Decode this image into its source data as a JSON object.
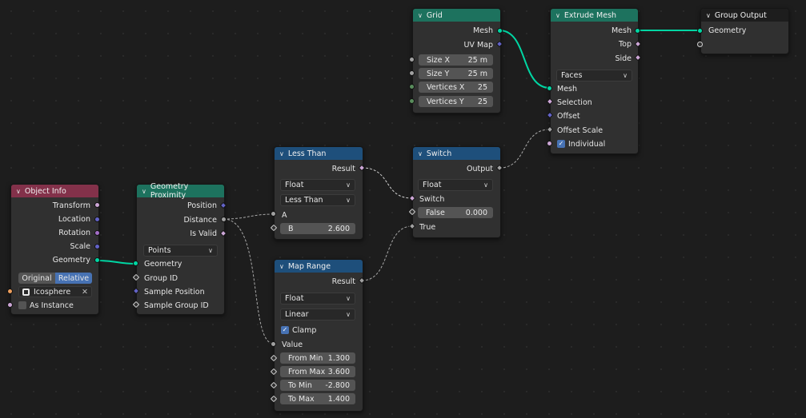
{
  "colors": {
    "geometry_socket": "#00d6a3",
    "vector_socket": "#6363c7",
    "float_socket": "#a1a1a1",
    "bool_socket": "#cca6d6",
    "object_socket": "#ed9e5c",
    "int_socket": "#598c5c",
    "input_header": "#83314a",
    "geometry_header": "#1d725e",
    "utility_header": "#1e4f7b",
    "output_header": "#1d1d1d",
    "active_toggle": "#4772b3"
  },
  "nodes": {
    "object_info": {
      "title": "Object Info",
      "outputs": [
        "Transform",
        "Location",
        "Rotation",
        "Scale",
        "Geometry"
      ],
      "toggle_original": "Original",
      "toggle_relative": "Relative",
      "object_value": "Icosphere",
      "as_instance": "As Instance"
    },
    "geometry_proximity": {
      "title": "Geometry Proximity",
      "outputs": [
        "Position",
        "Distance",
        "Is Valid"
      ],
      "mode": "Points",
      "inputs": [
        "Geometry",
        "Group ID",
        "Sample Position",
        "Sample Group ID"
      ]
    },
    "less_than": {
      "title": "Less Than",
      "output": "Result",
      "data_type": "Float",
      "operation": "Less Than",
      "input_a": "A",
      "input_b_label": "B",
      "input_b_value": "2.600"
    },
    "map_range": {
      "title": "Map Range",
      "output": "Result",
      "data_type": "Float",
      "interpolation": "Linear",
      "clamp": "Clamp",
      "value_input": "Value",
      "fields": [
        {
          "label": "From Min",
          "value": "1.300"
        },
        {
          "label": "From Max",
          "value": "3.600"
        },
        {
          "label": "To Min",
          "value": "-2.800"
        },
        {
          "label": "To Max",
          "value": "1.400"
        }
      ]
    },
    "grid": {
      "title": "Grid",
      "outputs": [
        "Mesh",
        "UV Map"
      ],
      "fields": [
        {
          "label": "Size X",
          "value": "25 m"
        },
        {
          "label": "Size Y",
          "value": "25 m"
        },
        {
          "label": "Vertices X",
          "value": "25"
        },
        {
          "label": "Vertices Y",
          "value": "25"
        }
      ]
    },
    "switch": {
      "title": "Switch",
      "output": "Output",
      "data_type": "Float",
      "switch_input": "Switch",
      "false_label": "False",
      "false_value": "0.000",
      "true_input": "True"
    },
    "extrude_mesh": {
      "title": "Extrude Mesh",
      "outputs": [
        "Mesh",
        "Top",
        "Side"
      ],
      "mode": "Faces",
      "inputs": [
        "Mesh",
        "Selection",
        "Offset",
        "Offset Scale"
      ],
      "individual": "Individual"
    },
    "group_output": {
      "title": "Group Output",
      "input": "Geometry"
    }
  }
}
